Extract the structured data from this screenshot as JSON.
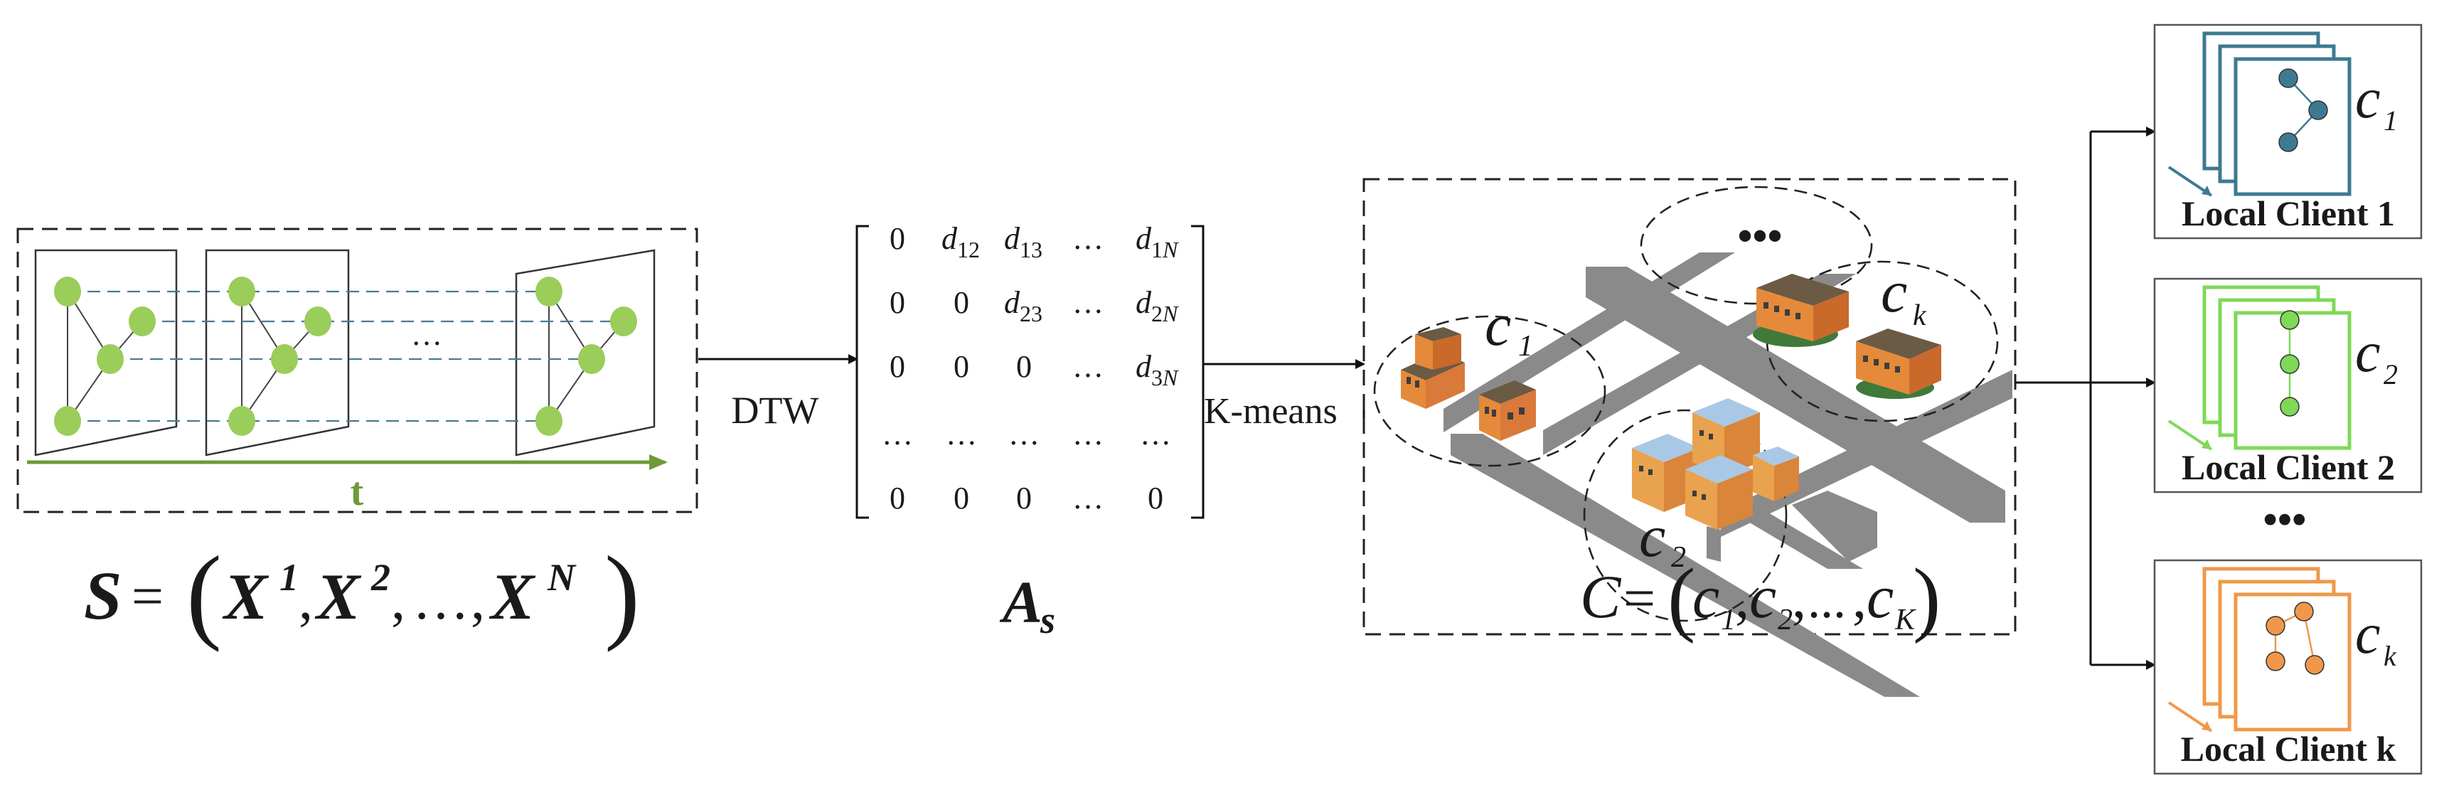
{
  "colors": {
    "green": "#9acd5a",
    "green_dark": "#6f9a38",
    "teal": "#3d7a92",
    "light_green": "#7ed957",
    "orange": "#f0984a",
    "road": "#8a8a8a",
    "roof": "#6b5a44",
    "wall": "#e58a3a",
    "wall_blue": "#a9c8e6"
  },
  "time_series": {
    "dots": "…",
    "axis_label": "t",
    "formula": {
      "lhs": "S",
      "eq": "=",
      "lparen": "(",
      "x": "X",
      "sup1": "1",
      "comma": ",",
      "sup2": "2",
      "ellipsis": "…",
      "supN": "N",
      "rparen": ")"
    }
  },
  "arrows": {
    "dtw": "DTW",
    "kmeans": "K-means"
  },
  "matrix": {
    "rows": [
      [
        "0",
        "d12",
        "d13",
        "…",
        "d1N"
      ],
      [
        "0",
        "0",
        "d23",
        "…",
        "d2N"
      ],
      [
        "0",
        "0",
        "0",
        "…",
        "d3N"
      ],
      [
        "…",
        "…",
        "…",
        "…",
        "…"
      ],
      [
        "0",
        "0",
        "0",
        "…",
        "0"
      ]
    ],
    "label_main": "A",
    "label_sub": "s"
  },
  "clusters": {
    "top_dots": "•••",
    "c1_main": "c",
    "c1_sub": "1",
    "ck_main": "c",
    "ck_sub": "k",
    "c2_main": "c",
    "c2_sub": "2",
    "formula": {
      "lhs": "C",
      "eq": "=",
      "lparen": "(",
      "c": "c",
      "sub1": "1",
      "comma": ",",
      "sub2": "2",
      "ellipsis": "...",
      "subK": "K",
      "rparen": ")"
    }
  },
  "clients": [
    {
      "name": "Local Client 1",
      "c_main": "c",
      "c_sub": "1"
    },
    {
      "name": "Local Client 2",
      "c_main": "c",
      "c_sub": "2"
    },
    {
      "name": "Local Client k",
      "c_main": "c",
      "c_sub": "k"
    }
  ],
  "clients_ellipsis": "•••"
}
